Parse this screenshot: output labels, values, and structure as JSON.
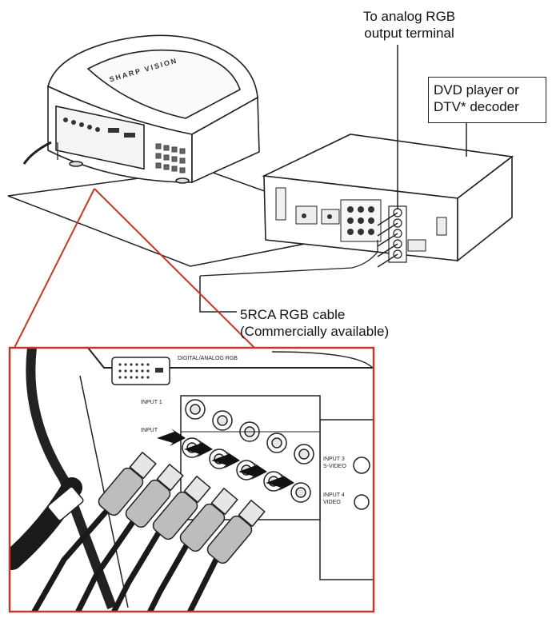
{
  "labels": {
    "rgb_terminal": [
      "To analog RGB",
      "output terminal"
    ],
    "source_device": [
      "DVD player or",
      "DTV* decoder"
    ],
    "cable": [
      "5RCA RGB cable",
      "(Commercially available)"
    ]
  },
  "projector": {
    "brand_mark": "SHARP VISION",
    "panel_labels": [
      "DIGITAL/ANALOG RGB",
      "INPUT 1",
      "INPUT",
      "INPUT 3",
      "S-VIDEO",
      "INPUT 4",
      "VIDEO"
    ]
  },
  "colors": {
    "line": "#222222",
    "callout": "#c0392b",
    "connector_face": "#e6e6e6",
    "plug_body": "#bdbdbd",
    "cable": "#1a1a1a"
  },
  "icons": [
    "projector-icon",
    "dvd-player-icon",
    "rca-plug-icon",
    "rca-jack-icon",
    "arrow-icon"
  ]
}
